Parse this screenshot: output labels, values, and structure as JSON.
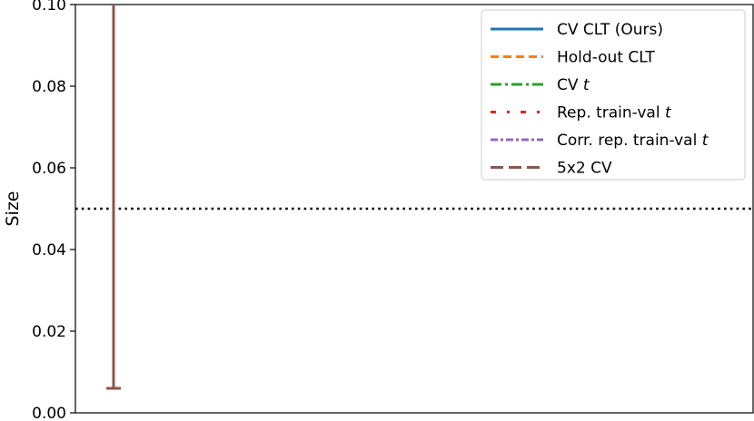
{
  "chart_data": {
    "type": "errorbar",
    "title": "",
    "xlabel": "",
    "ylabel": "Size",
    "ylim": [
      0,
      0.1
    ],
    "yticks": [
      "0.00",
      "0.02",
      "0.04",
      "0.06",
      "0.08",
      "0.10"
    ],
    "ytick_values": [
      0,
      0.02,
      0.04,
      0.06,
      0.08,
      0.1
    ],
    "grid": false,
    "reference_line": {
      "y": 0.05,
      "style": "dotted",
      "color": "#000000"
    },
    "legend": {
      "placement": "top-right",
      "entries": [
        {
          "text": "CV CLT (Ours)",
          "italic_suffix": "",
          "color": "#1f77b4",
          "dash": "solid"
        },
        {
          "text": "Hold-out CLT",
          "italic_suffix": "",
          "color": "#ff7f0e",
          "dash": "dashed"
        },
        {
          "text": "CV ",
          "italic_suffix": "t",
          "color": "#2ca02c",
          "dash": "dashdot"
        },
        {
          "text": "Rep. train-val ",
          "italic_suffix": "t",
          "color": "#d62728",
          "dash": "loosedashdot"
        },
        {
          "text": "Corr. rep. train-val ",
          "italic_suffix": "t",
          "color": "#9467bd",
          "dash": "densedashdot"
        },
        {
          "text": "5x2 CV",
          "italic_suffix": "",
          "color": "#8c564b",
          "dash": "longdash"
        }
      ]
    },
    "series": [
      {
        "name": "5x2 CV",
        "color": "#8c564b",
        "x": 0,
        "y_low": 0.006,
        "y_high": 0.1,
        "cap_low": true,
        "cap_high": false
      }
    ]
  }
}
